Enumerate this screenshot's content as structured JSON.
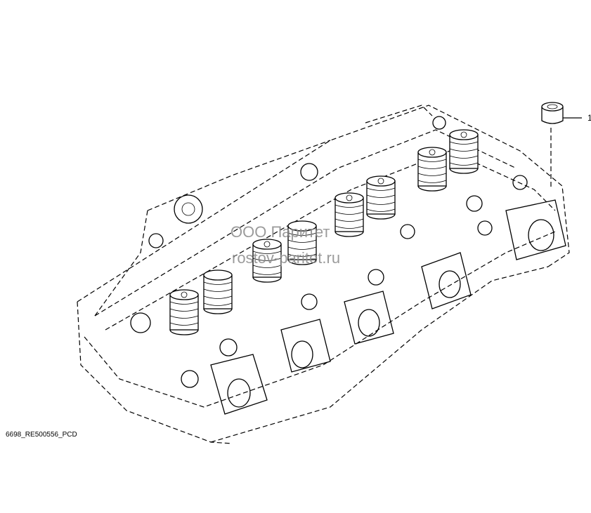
{
  "watermark": {
    "line1": "ООО Паритет",
    "line2": "rostov-paritet.ru"
  },
  "drawing_code": "6698_RE500556_PCD",
  "callouts": [
    {
      "label": "1"
    }
  ],
  "colors": {
    "line": "#000000",
    "watermark": "#8a8a8a",
    "background": "#ffffff"
  }
}
